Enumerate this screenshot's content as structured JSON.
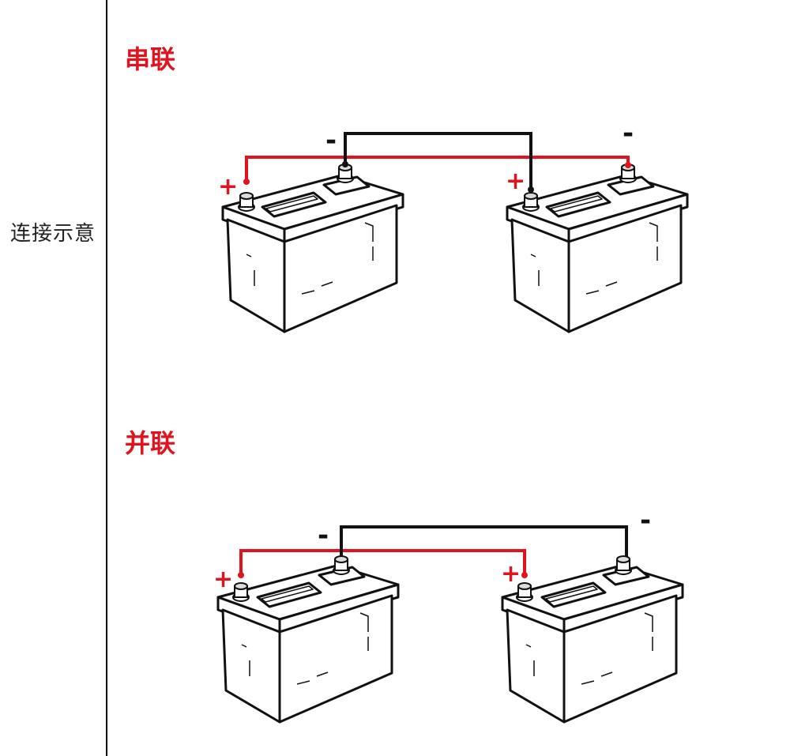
{
  "side_label": "连接示意",
  "sections": {
    "series": {
      "title": "串联",
      "plus_sign": "+",
      "minus_sign": "-"
    },
    "parallel": {
      "title": "并联",
      "plus_sign": "+",
      "minus_sign": "-"
    }
  },
  "colors": {
    "title": "#e0141e",
    "positive_wire": "#e0141e",
    "negative_wire": "#111111"
  }
}
